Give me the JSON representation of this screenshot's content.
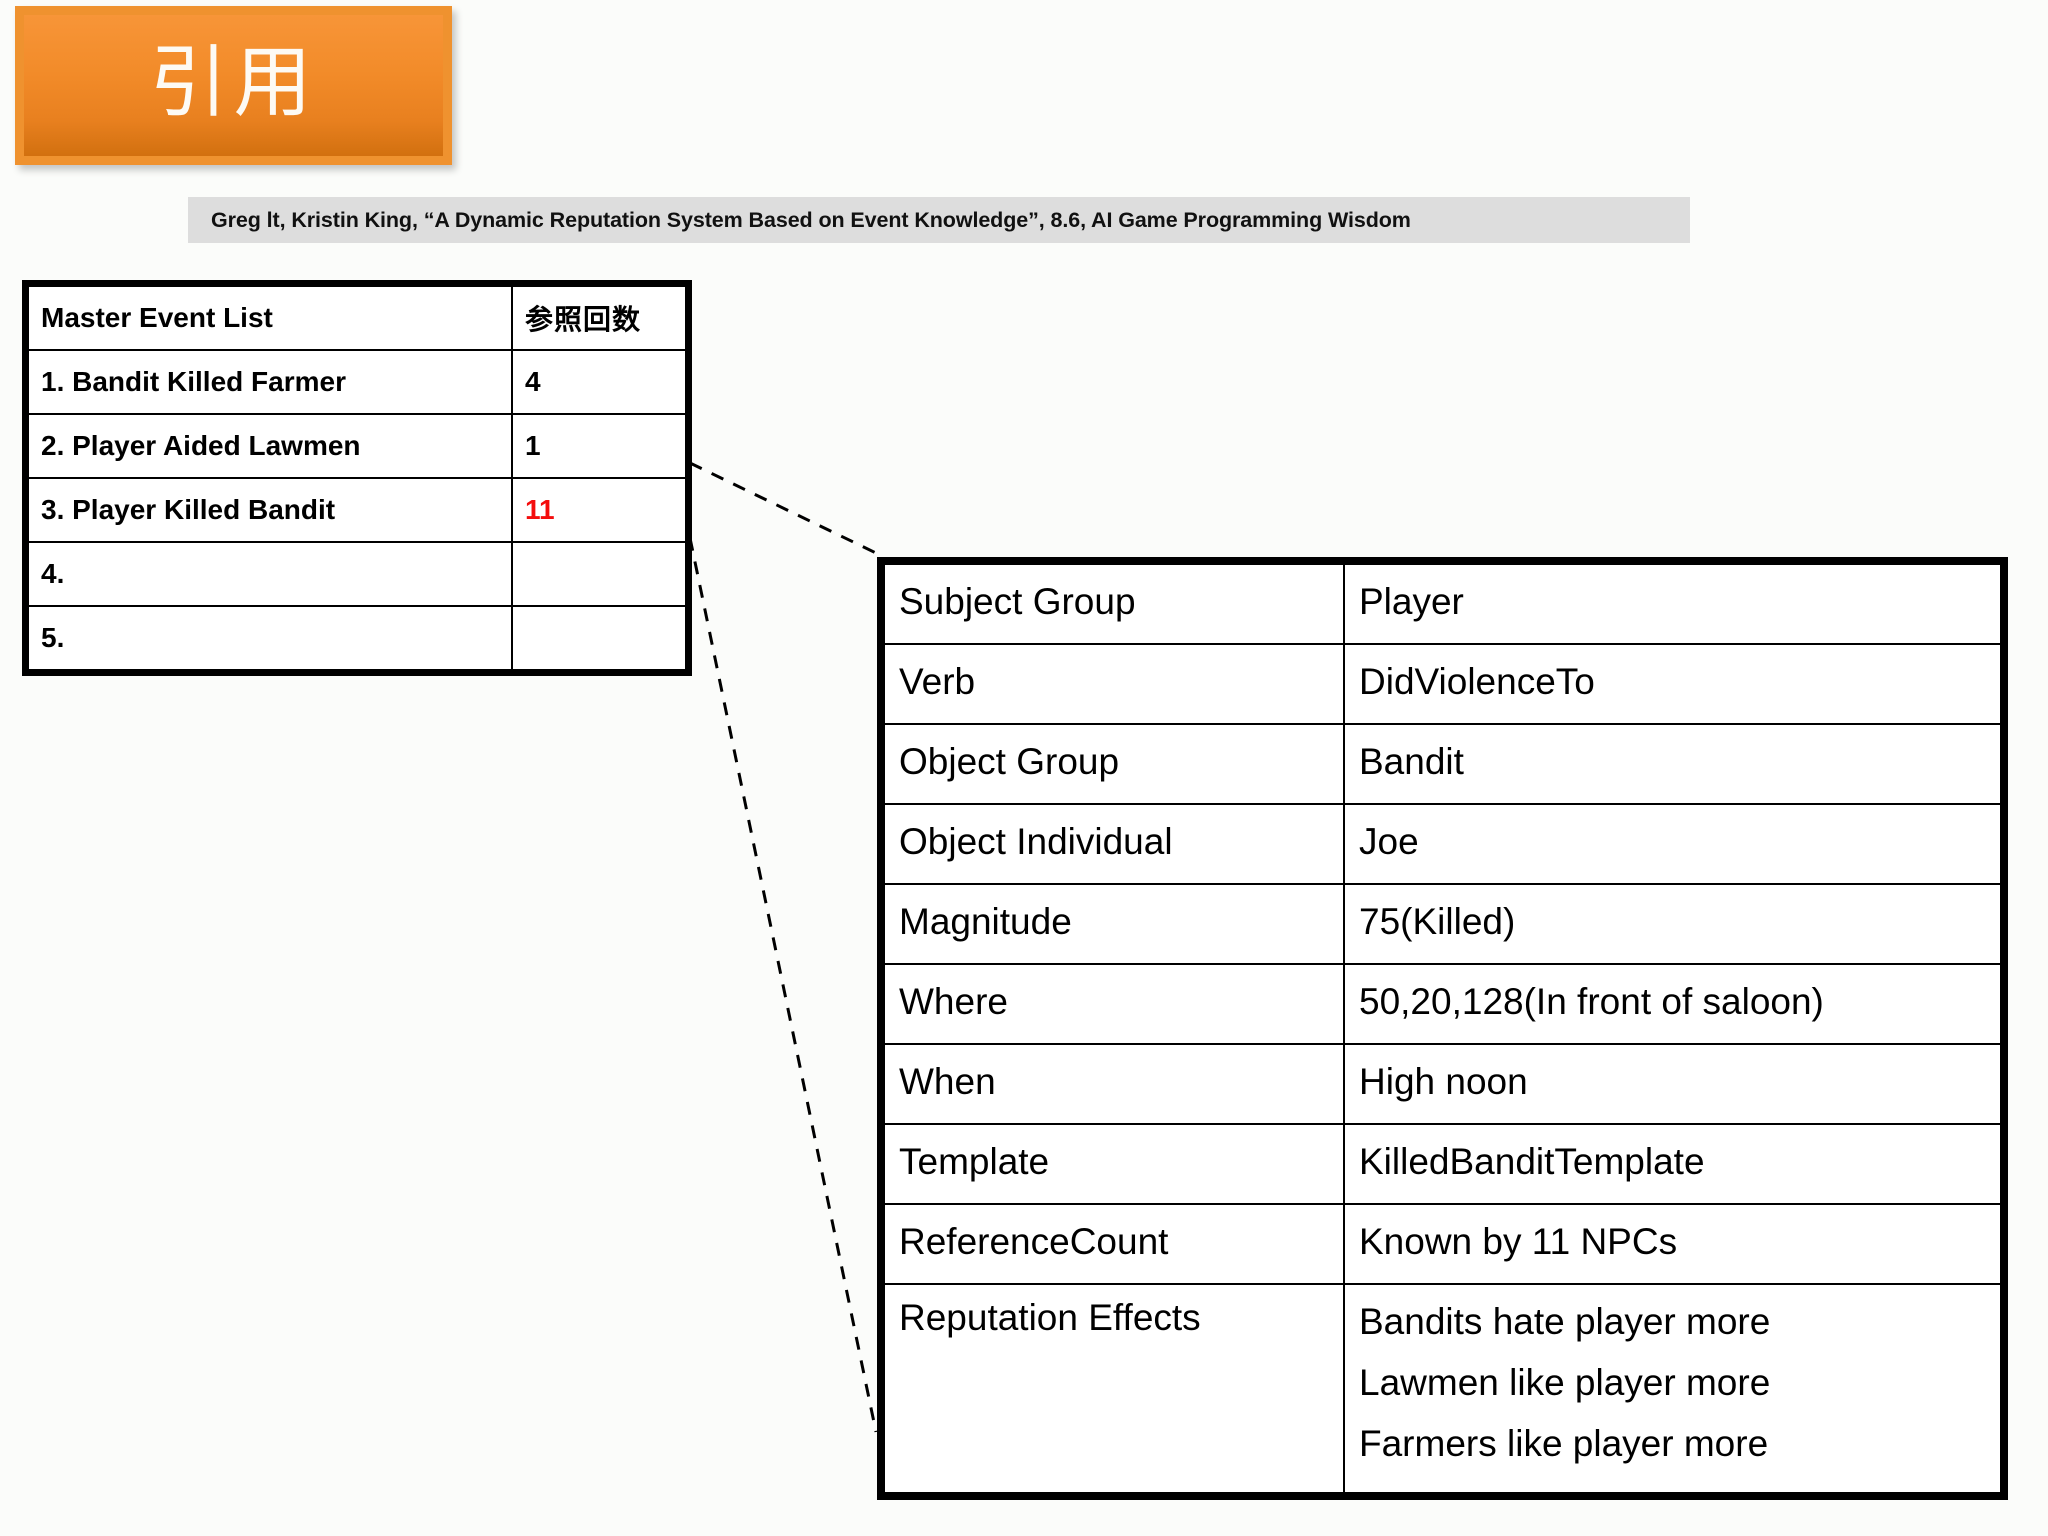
{
  "banner": {
    "title": "引用",
    "bg_color": "#ef922f",
    "text_color": "#fdfaf4"
  },
  "citation": {
    "text": "Greg lt, Kristin King, “A Dynamic Reputation System Based on Event Knowledge”, 8.6, AI Game Programming Wisdom",
    "band_color": "#dddddd"
  },
  "master_event_table": {
    "headers": [
      "Master Event List",
      "参照回数"
    ],
    "rows": [
      {
        "event": "1. Bandit Killed Farmer",
        "count": "4",
        "highlight": false
      },
      {
        "event": "2. Player Aided Lawmen",
        "count": "1",
        "highlight": false
      },
      {
        "event": "3. Player Killed Bandit",
        "count": "11",
        "highlight": true
      },
      {
        "event": "4.",
        "count": "",
        "highlight": false
      },
      {
        "event": "5.",
        "count": "",
        "highlight": false
      }
    ],
    "highlight_color": "#f40d0d"
  },
  "event_detail_table": {
    "rows": [
      {
        "field": "Subject Group",
        "value": "Player"
      },
      {
        "field": "Verb",
        "value": "DidViolenceTo"
      },
      {
        "field": "Object Group",
        "value": "Bandit"
      },
      {
        "field": "Object Individual",
        "value": "Joe"
      },
      {
        "field": "Magnitude",
        "value": "75(Killed)"
      },
      {
        "field": "Where",
        "value": "50,20,128(In front of saloon)"
      },
      {
        "field": "When",
        "value": "High noon"
      },
      {
        "field": "Template",
        "value": "KilledBanditTemplate"
      },
      {
        "field": "ReferenceCount",
        "value": "Known by 11 NPCs"
      }
    ],
    "reputation_effects": {
      "field": "Reputation Effects",
      "values": [
        "Bandits hate player more",
        "Lawmen like player more",
        "Farmers like player more"
      ]
    }
  }
}
